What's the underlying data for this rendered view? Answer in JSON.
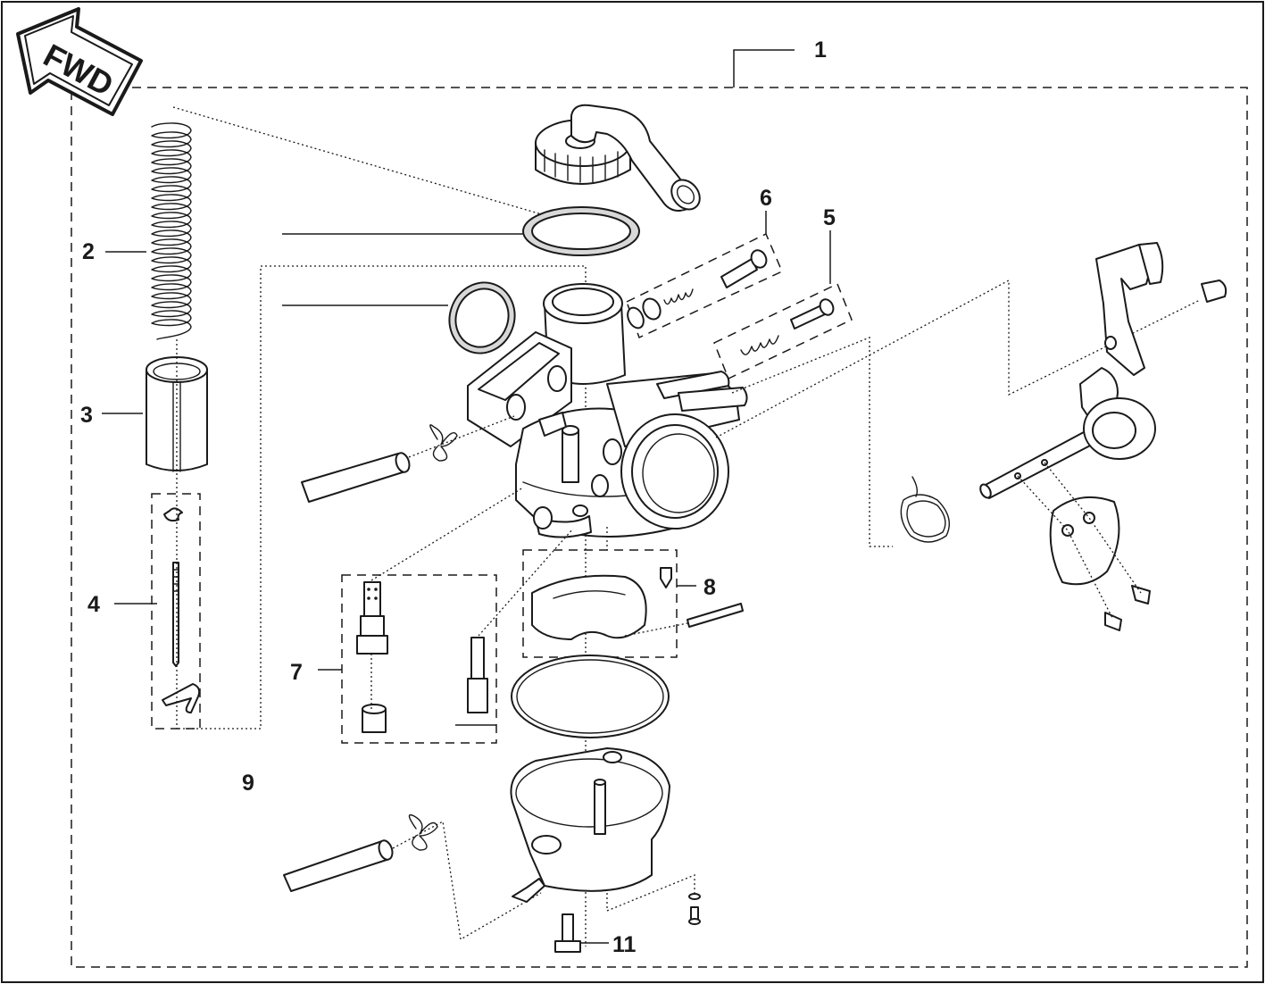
{
  "diagram": {
    "orientation_badge": "FWD",
    "callouts": {
      "c1": "1",
      "c2": "2",
      "c3": "3",
      "c4": "4",
      "c5": "5",
      "c6": "6",
      "c7": "7",
      "c8": "8",
      "c9": "9",
      "c11": "11"
    },
    "colors": {
      "ink": "#1a1a1a",
      "background": "#ffffff",
      "gasket_shade": "#d8d8d8"
    }
  }
}
